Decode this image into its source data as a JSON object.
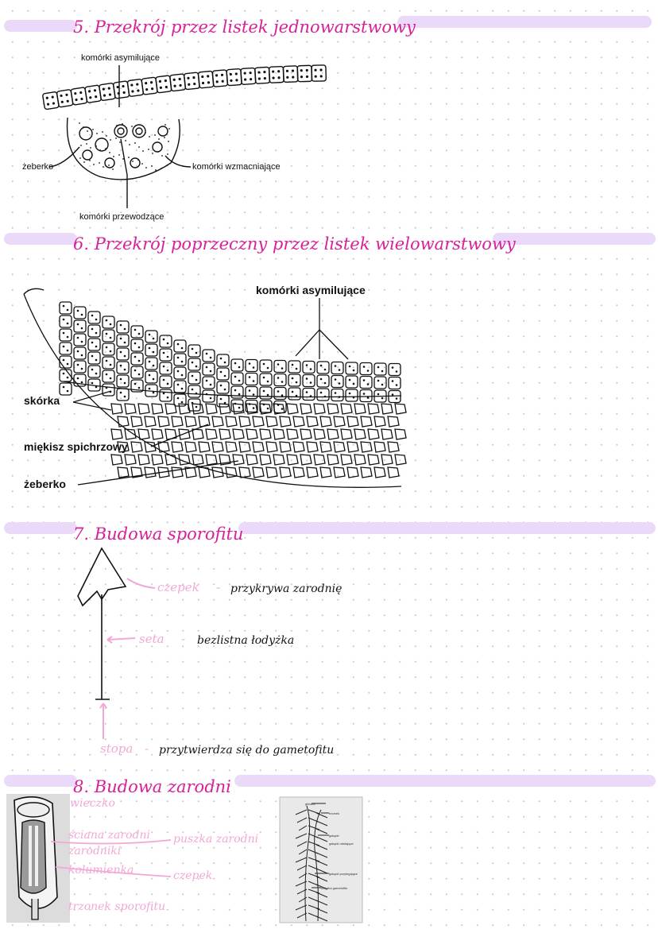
{
  "sections": [
    {
      "heading": "5. Przekrój przez listek jednowarstwowy"
    },
    {
      "heading": "6. Przekrój poprzeczny przez listek wielowarstwowy"
    },
    {
      "heading": "7. Budowa sporofitu"
    },
    {
      "heading": "8. Budowa zarodni"
    }
  ],
  "diagram1": {
    "labels": {
      "assimilating": "komórki asymilujące",
      "rib": "żeberko",
      "strengthening": "komórki wzmacniające",
      "conducting": "komórki przewodzące"
    }
  },
  "diagram2": {
    "labels": {
      "assimilating": "komórki asymilujące",
      "epidermis": "skórka",
      "storage": "miękisz spichrzowy",
      "rib": "żeberko"
    }
  },
  "sporophyte": {
    "parts": [
      {
        "term": "czepek",
        "dash": "-",
        "description": "przykrywa zarodnię"
      },
      {
        "term": "seta",
        "dash": "-",
        "description": "bezlistna łodyżka"
      },
      {
        "term": "stopa",
        "dash": "-",
        "description": "przytwierdza się do gametofitu"
      }
    ]
  },
  "capsule": {
    "labels": {
      "lid": "wieczko",
      "wall": "ściana zarodni",
      "spores": "zarodniki",
      "column": "kolumienka",
      "capsule": "puszka zarodni",
      "calyptra": "czepek",
      "fragment": "trzonek sporofitu"
    }
  },
  "plant_photo": {
    "labels": {
      "l1": "główka",
      "l2": "trzonek",
      "l3": "gałązki",
      "l4": "gałązki odstające",
      "l5": "gałązki przylegające",
      "l6": "łodyżka gametofitu"
    }
  }
}
